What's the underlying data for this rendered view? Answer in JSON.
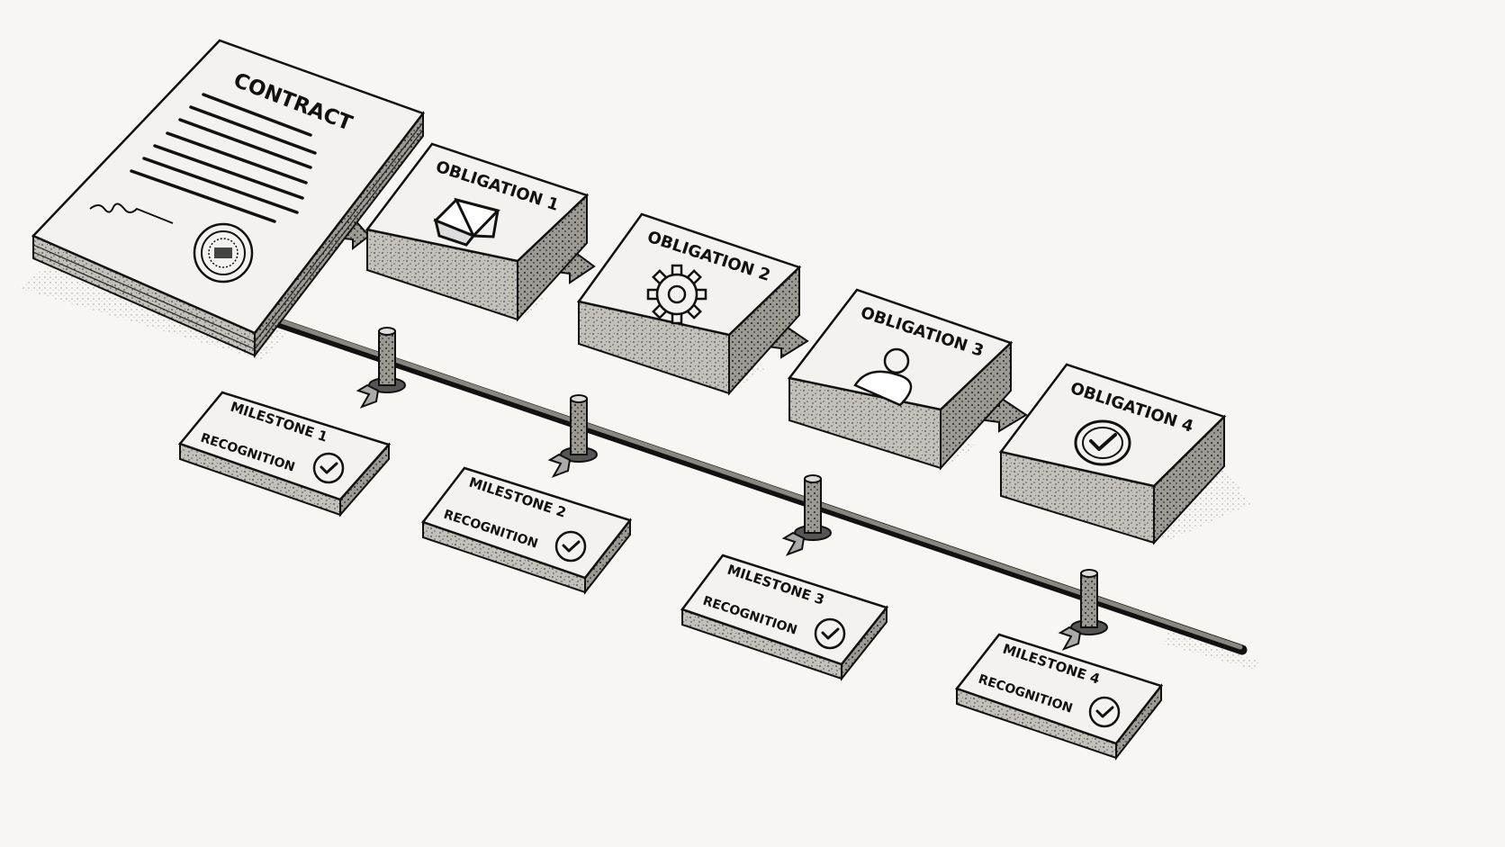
{
  "contract": {
    "title": "CONTRACT"
  },
  "obligations": [
    {
      "label": "OBLIGATION 1",
      "icon": "cube-icon"
    },
    {
      "label": "OBLIGATION 2",
      "icon": "gear-icon"
    },
    {
      "label": "OBLIGATION 3",
      "icon": "person-icon"
    },
    {
      "label": "OBLIGATION 4",
      "icon": "check-circle-icon"
    }
  ],
  "milestones": [
    {
      "label": "MILESTONE 1",
      "sublabel": "RECOGNITION"
    },
    {
      "label": "MILESTONE 2",
      "sublabel": "RECOGNITION"
    },
    {
      "label": "MILESTONE 3",
      "sublabel": "RECOGNITION"
    },
    {
      "label": "MILESTONE 4",
      "sublabel": "RECOGNITION"
    }
  ],
  "colors": {
    "ink": "#111111",
    "paper": "#f7f6f2",
    "face": "#f1f0ec",
    "side": "#bdbab3"
  }
}
